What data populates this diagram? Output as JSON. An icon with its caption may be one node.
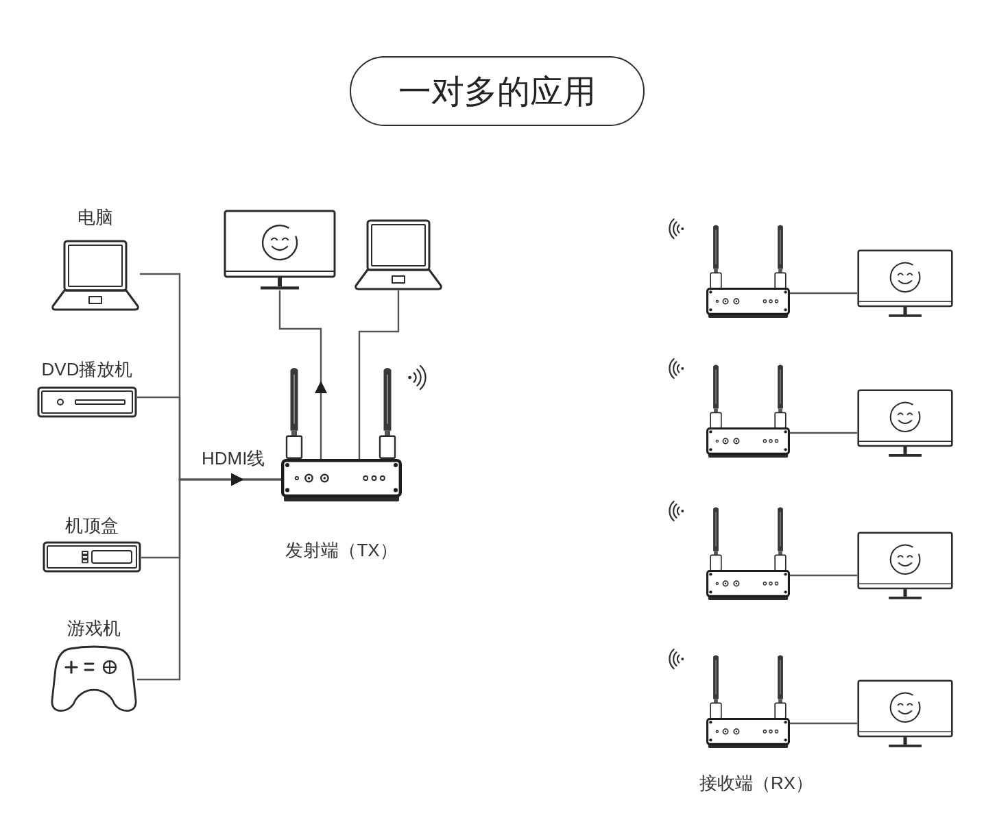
{
  "diagram": {
    "title": "一对多的应用",
    "nodes": [
      {
        "text": [
          "电脑"
        ]
      },
      {
        "text": [
          "DVD播放机"
        ]
      },
      {
        "text": [
          "机顶盒"
        ]
      },
      {
        "text": [
          "游戏机"
        ]
      },
      {
        "text": [
          "发射端（TX）"
        ]
      },
      {
        "text": [],
        "shape": "picture"
      },
      {
        "text": [],
        "shape": "picture"
      },
      {
        "text": [],
        "shape": "picture"
      },
      {
        "text": [],
        "shape": "picture"
      },
      {
        "text": [],
        "shape": "picture"
      },
      {
        "text": [],
        "shape": "picture"
      },
      {
        "text": [],
        "shape": "picture"
      },
      {
        "text": [],
        "shape": "picture"
      },
      {
        "text": [],
        "shape": "picture"
      },
      {
        "text": [],
        "shape": "picture"
      }
    ],
    "edges": [
      {
        "from": 0,
        "to": 4,
        "arrow": "to"
      },
      {
        "from": 1,
        "to": 4,
        "arrow": "to"
      },
      {
        "from": 2,
        "to": 4,
        "arrow": "to"
      },
      {
        "from": 3,
        "to": 4,
        "arrow": "to"
      },
      {
        "from": 4,
        "to": 5,
        "arrow": "to"
      },
      {
        "from": 4,
        "to": 6,
        "arrow": "none"
      },
      {
        "from": 7,
        "to": 11,
        "arrow": "none"
      },
      {
        "from": 8,
        "to": 12,
        "arrow": "none"
      },
      {
        "from": 9,
        "to": 13,
        "arrow": "none"
      },
      {
        "from": 10,
        "to": 14,
        "arrow": "none"
      }
    ],
    "labels": [
      "HDMI线",
      "接收端（RX）"
    ]
  }
}
